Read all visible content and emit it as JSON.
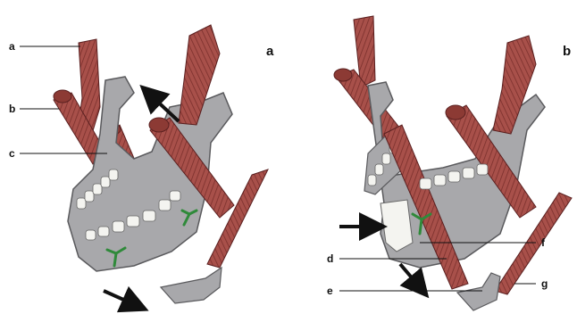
{
  "panels": [
    {
      "id": "a",
      "label": "a"
    },
    {
      "id": "b",
      "label": "b"
    }
  ],
  "labels": [
    "a",
    "b",
    "c",
    "d",
    "e",
    "f",
    "g"
  ],
  "colors": {
    "bone": "#a8a8ab",
    "bone_edge": "#5a5a5d",
    "muscle": "#a8504a",
    "muscle_dark": "#7a2f2c",
    "muscle_stripe": "#c77a72",
    "tooth": "#f4f4f0",
    "nerve": "#2f8a3a",
    "arrow": "#111111",
    "line": "#111111"
  }
}
